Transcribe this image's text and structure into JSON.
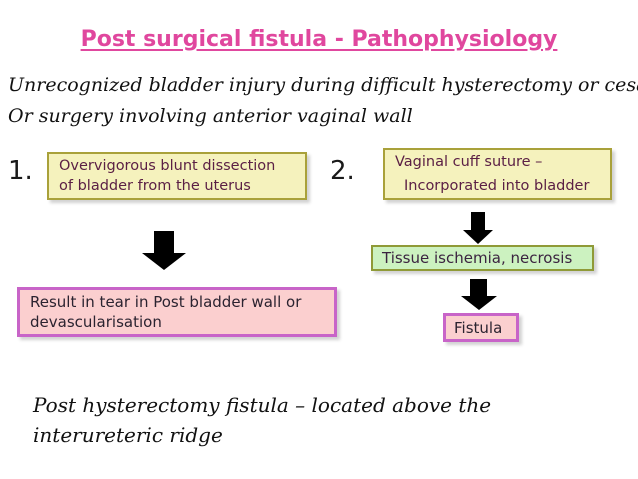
{
  "slide": {
    "title": "Post surgical fistula - Pathophysiology",
    "title_color": "#e0479e",
    "background": "#ffffff",
    "intro": {
      "line_1": "Unrecognized bladder injury during difficult hysterectomy or cesarean",
      "line_2": "Or surgery involving anterior vaginal wall"
    },
    "closing": "Post hysterectomy fistula – located above the interureteric ridge"
  },
  "flow": {
    "branch_left": {
      "number": "1.",
      "cause_box": {
        "line_1": "Overvigorous blunt dissection",
        "line_2": "of bladder from the uterus",
        "fill": "#f5f2bd",
        "border": "#a9a13a",
        "text_color": "#5b2045"
      },
      "arrow": "down-arrow-icon",
      "result_box": {
        "line_1": "Result in tear in Post bladder wall or",
        "line_2": "devascularisation",
        "fill": "#fbcfcf",
        "border": "#c864c8",
        "text_color": "#2b2330"
      }
    },
    "branch_right": {
      "number": "2.",
      "cause_box": {
        "line_1": "Vaginal cuff suture –",
        "line_2": "Incorporated into bladder",
        "fill": "#f5f2bd",
        "border": "#a9a13a",
        "text_color": "#5b2045"
      },
      "arrow_1": "down-arrow-icon",
      "ischemia_box": {
        "line_1": "Tissue ischemia, necrosis",
        "fill": "#ccf2c0",
        "border": "#8f9a37",
        "text_color": "#3b2440"
      },
      "arrow_2": "down-arrow-icon",
      "fistula_box": {
        "line_1": "Fistula",
        "fill": "#fbcfcf",
        "border": "#c864c8",
        "text_color": "#2b2330"
      }
    }
  }
}
